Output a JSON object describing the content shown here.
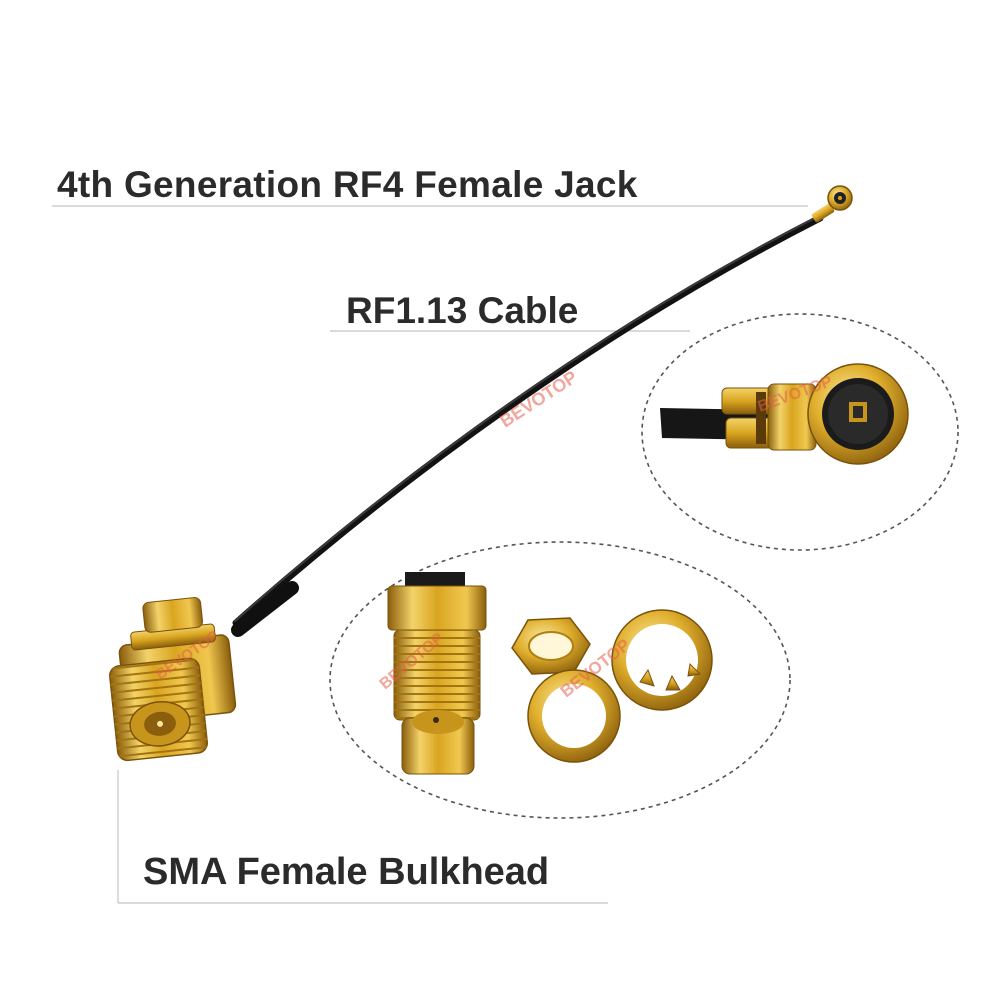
{
  "labels": {
    "jack": "4th Generation RF4 Female Jack",
    "cable": "RF1.13 Cable",
    "sma": "SMA Female Bulkhead"
  },
  "watermarks": [
    "BEVOTOP",
    "BEVOTOP",
    "BEVOTOP",
    "BEVOTOP",
    "BEVOTOP"
  ],
  "colors": {
    "gold": "#d9a520",
    "gold_light": "#f3d36a",
    "gold_dark": "#8a5e0c",
    "cable": "#1a1a1a",
    "text": "#2b2b2b",
    "leader": "#b8b8b8",
    "watermark": "#e85c4a"
  }
}
